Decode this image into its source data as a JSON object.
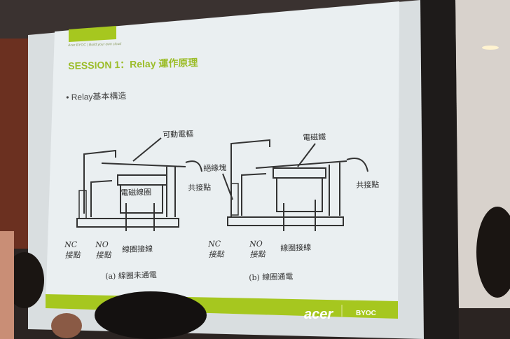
{
  "slide": {
    "tagline": "Acer BYOC | Build your own cloud",
    "title": "SESSION 1：Relay 運作原理",
    "bullet": "Relay基本構造",
    "diagram_a": {
      "armature": "可動電樞",
      "common": "共接點",
      "coil": "電磁線圈",
      "nc": "NC",
      "nc_sub": "接點",
      "no": "NO",
      "no_sub": "接點",
      "coil_wire": "線圈接線",
      "caption": "(a) 線圈未通電"
    },
    "diagram_b": {
      "magnet": "電磁鐵",
      "insulator": "絕緣塊",
      "common": "共接點",
      "nc": "NC",
      "nc_sub": "接點",
      "no": "NO",
      "no_sub": "接點",
      "coil_wire": "線圈接線",
      "caption": "(b) 線圈通電"
    },
    "footer": {
      "brand": "acer",
      "byoc": "BYOC"
    },
    "colors": {
      "accent": "#a6c71f",
      "screen": "#e9eef0"
    }
  }
}
